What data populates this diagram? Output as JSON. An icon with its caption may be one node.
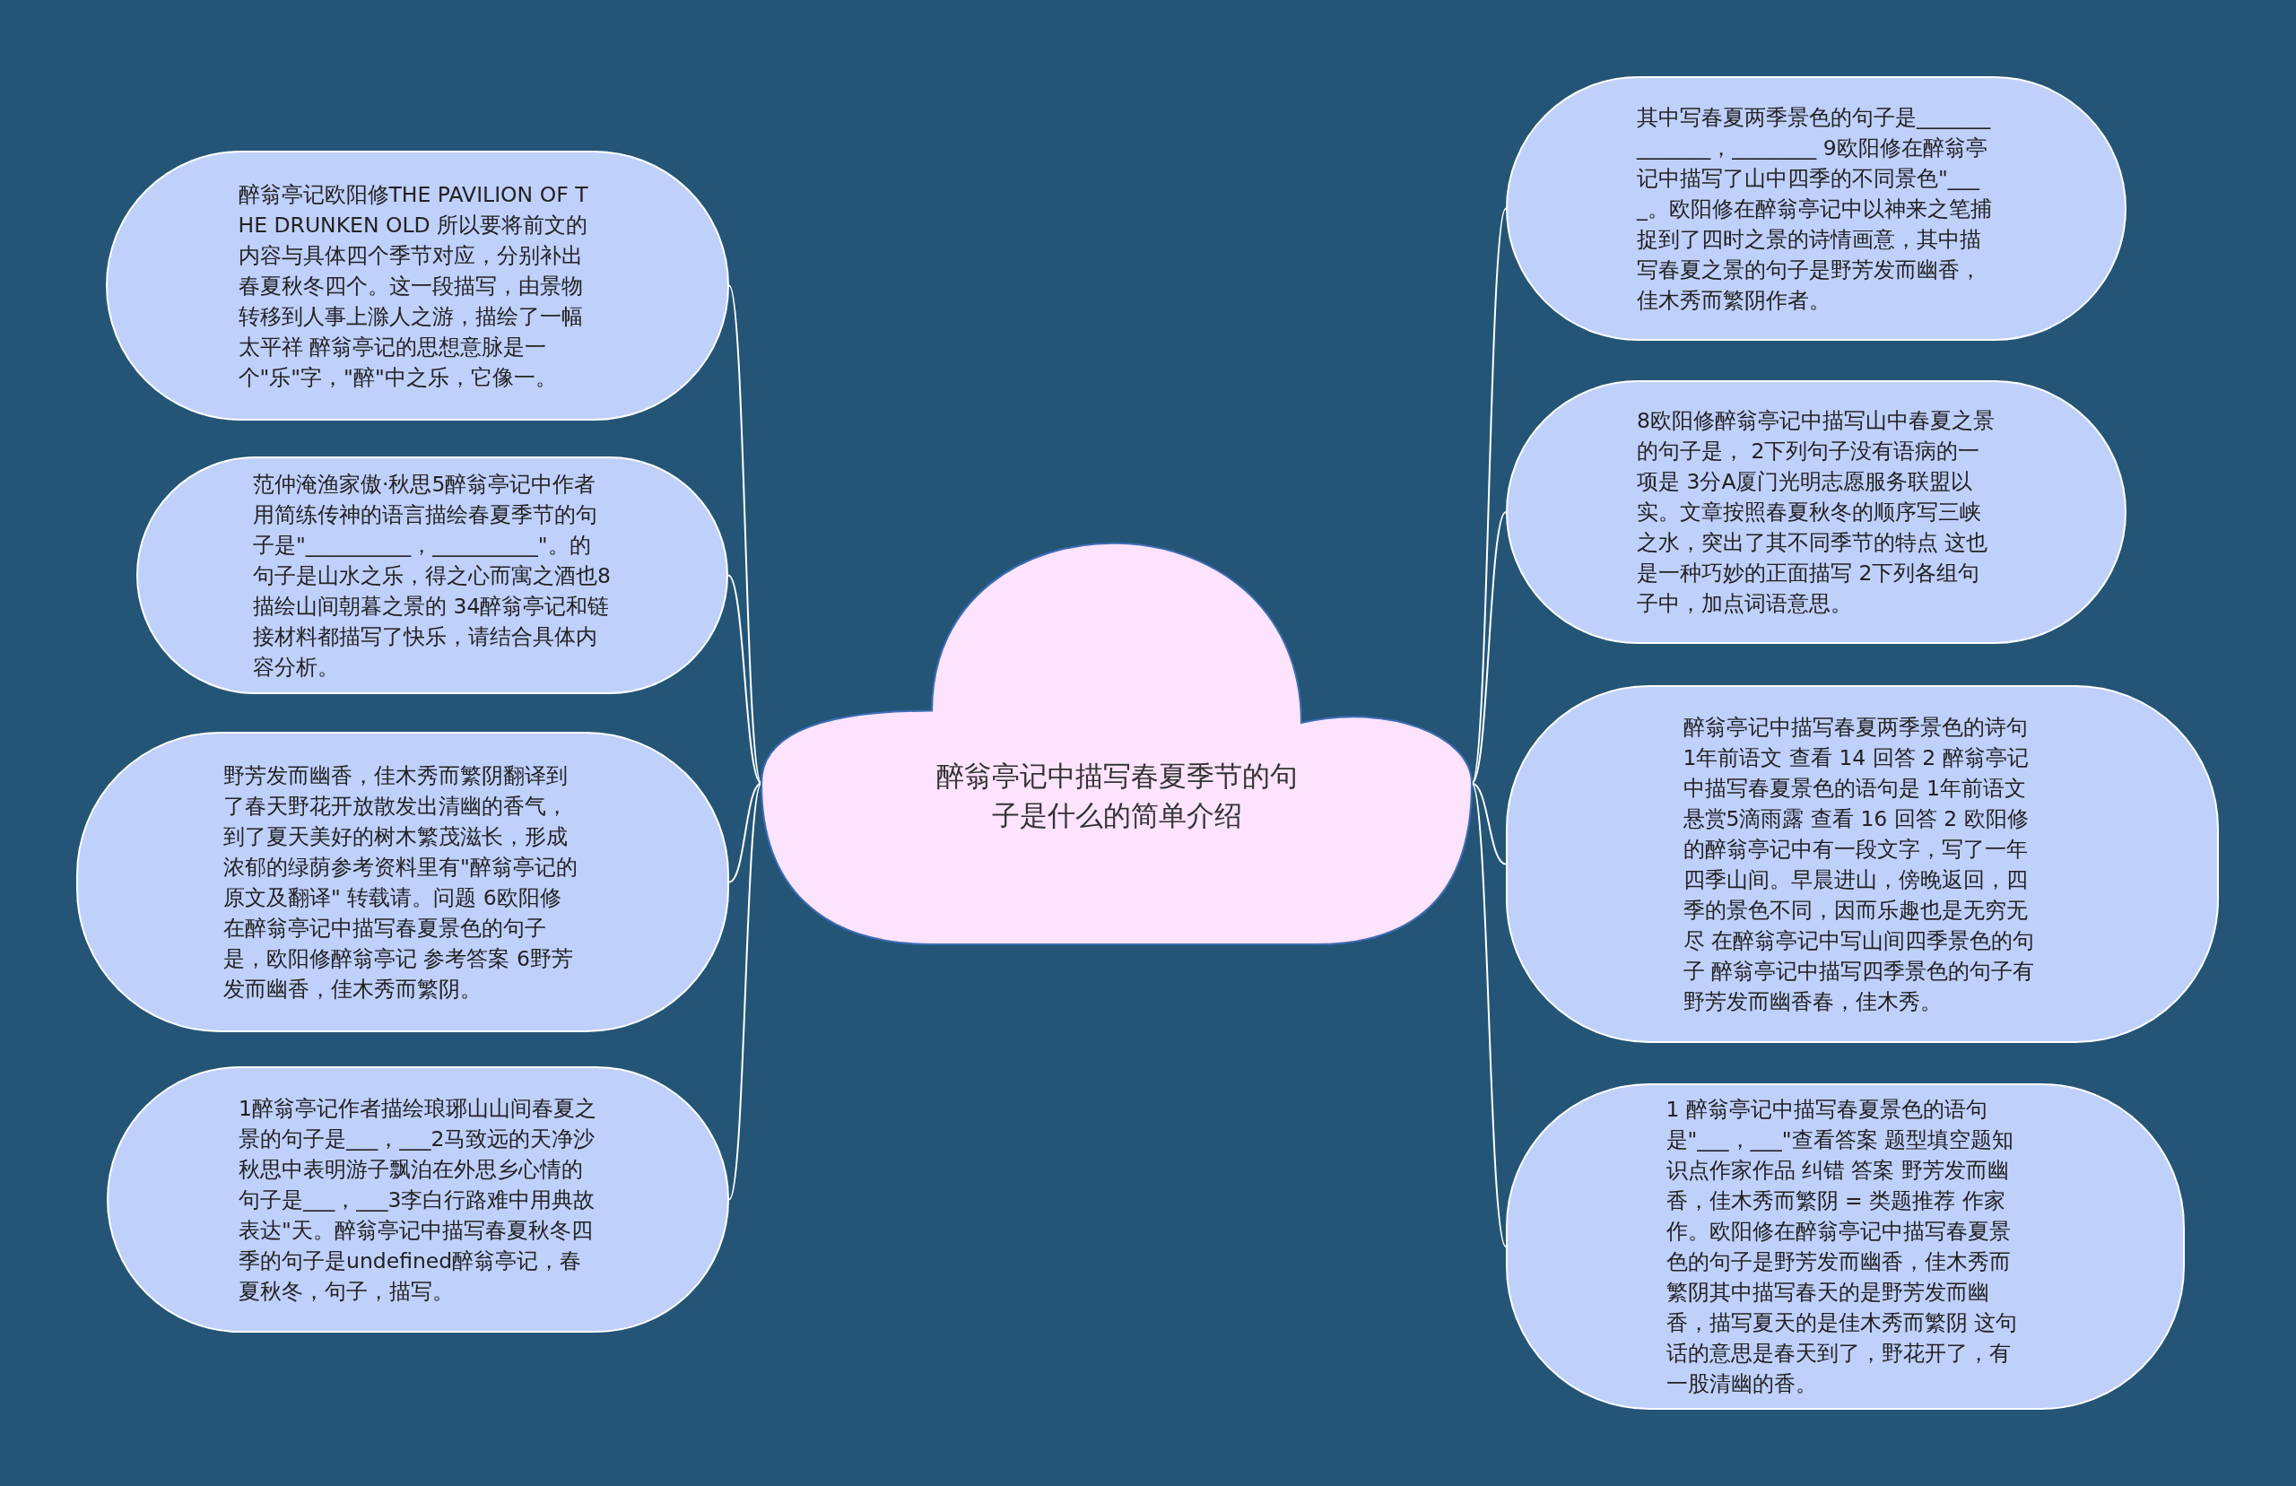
{
  "diagram": {
    "nodes": [
      {
        "text": [
          "醉翁亭记中描写春夏季节的句子是什么的简单介绍"
        ]
      },
      {
        "text": [
          "醉翁亭记欧阳修THE PAVILION OF THE DRUNKEN OLD 所以要将前文的内容与具体四个季节对应，分别补出春夏秋冬四个。这一段描写，由景物转移到人事上滁人之游，描绘了一幅太平祥 醉翁亭记的思想意脉是一个\"乐\"字，\"醉\"中之乐，它像一。"
        ]
      },
      {
        "text": [
          "范仲淹渔家傲·秋思5醉翁亭记中作者用简练传神的语言描绘春夏季节的句子是\"__________，__________\"。的句子是山水之乐，得之心而寓之酒也8描绘山间朝暮之景的 34醉翁亭记和链接材料都描写了快乐，请结合具体内容分析。"
        ]
      },
      {
        "text": [
          "野芳发而幽香，佳木秀而繁阴翻译到了春天野花开放散发出清幽的香气，到了夏天美好的树木繁茂滋长，形成浓郁的绿荫参考资料里有\"醉翁亭记的原文及翻译\" 转载请。问题 6欧阳修在醉翁亭记中描写春夏景色的句子是，欧阳修醉翁亭记 参考答案 6野芳发而幽香，佳木秀而繁阴。"
        ]
      },
      {
        "text": [
          "1醉翁亭记作者描绘琅琊山山间春夏之景的句子是___，___2马致远的天净沙秋思中表明游子飘泊在外思乡心情的句子是___，___3李白行路难中用典故表达\"天。醉翁亭记中描写春夏秋冬四季的句子是undefined醉翁亭记，春夏秋冬，句子，描写。"
        ]
      },
      {
        "text": [
          "其中写春夏两季景色的句子是______________，________ 9欧阳修在醉翁亭记中描写了山中四季的不同景色\"____。欧阳修在醉翁亭记中以神来之笔捕捉到了四时之景的诗情画意，其中描写春夏之景的句子是野芳发而幽香，佳木秀而繁阴作者。"
        ]
      },
      {
        "text": [
          "8欧阳修醉翁亭记中描写山中春夏之景的句子是，  2下列句子没有语病的一项是 3分A厦门光明志愿服务联盟以实。文章按照春夏秋冬的顺序写三峡之水，突出了其不同季节的特点 这也是一种巧妙的正面描写 2下列各组句子中，加点词语意思。"
        ]
      },
      {
        "text": [
          "醉翁亭记中描写春夏两季景色的诗句 1年前语文 查看 14 回答 2 醉翁亭记中描写春夏景色的语句是 1年前语文悬赏5滴雨露 查看 16 回答 2 欧阳修的醉翁亭记中有一段文字，写了一年四季山间。早晨进山，傍晚返回，四季的景色不同，因而乐趣也是无穷无尽 在醉翁亭记中写山间四季景色的句子 醉翁亭记中描写四季景色的句子有野芳发而幽香春，佳木秀。"
        ]
      },
      {
        "text": [
          "1 醉翁亭记中描写春夏景色的语句是\"___，___\"查看答案 题型填空题知识点作家作品 纠错 答案 野芳发而幽香，佳木秀而繁阴 = 类题推荐 作家作。欧阳修在醉翁亭记中描写春夏景色的句子是野芳发而幽香，佳木秀而繁阴其中描写春天的是野芳发而幽香，描写夏天的是佳木秀而繁阴 这句话的意思是春天到了，野花开了，有一股清幽的香。"
        ]
      }
    ],
    "edges": [
      {
        "from": 0,
        "to": 1,
        "arrow": "none"
      },
      {
        "from": 0,
        "to": 2,
        "arrow": "none"
      },
      {
        "from": 0,
        "to": 3,
        "arrow": "none"
      },
      {
        "from": 0,
        "to": 4,
        "arrow": "none"
      },
      {
        "from": 0,
        "to": 5,
        "arrow": "none"
      },
      {
        "from": 0,
        "to": 6,
        "arrow": "none"
      },
      {
        "from": 0,
        "to": 7,
        "arrow": "none"
      },
      {
        "from": 0,
        "to": 8,
        "arrow": "none"
      }
    ]
  }
}
